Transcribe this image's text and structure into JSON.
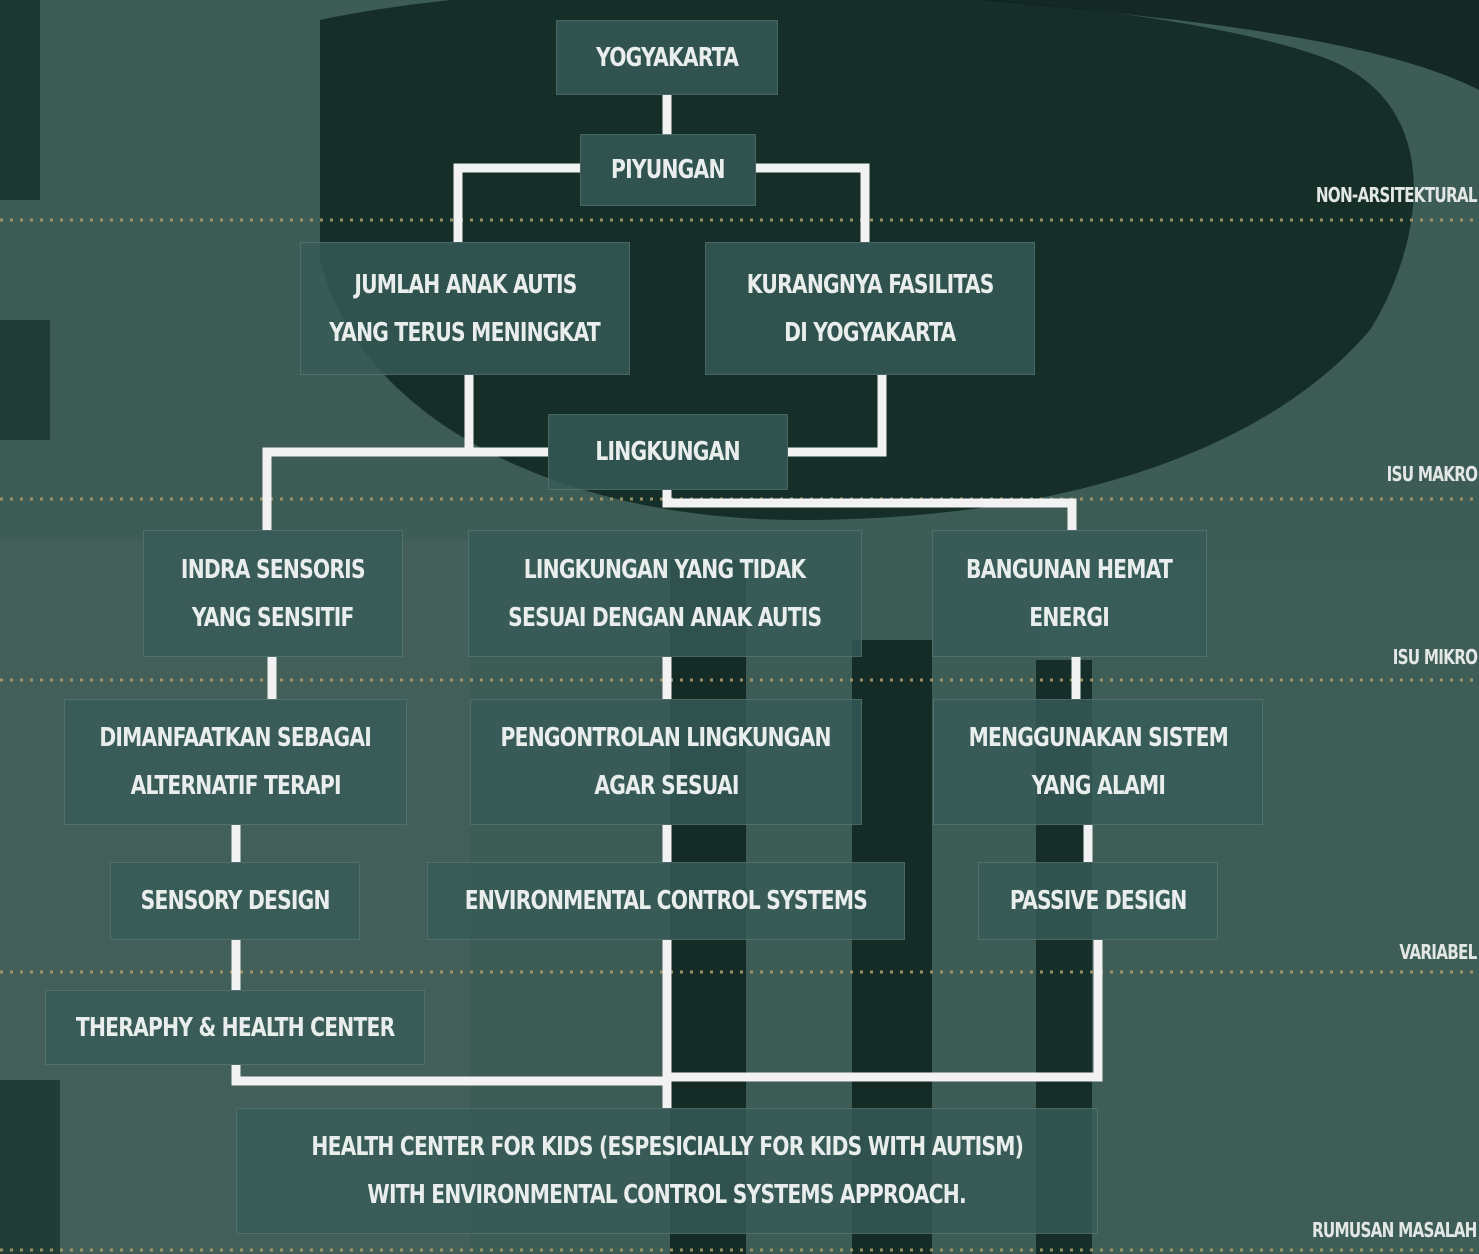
{
  "nodes": {
    "yogyakarta": "YOGYAKARTA",
    "piyungan": "PIYUNGAN",
    "jumlah_l1": "JUMLAH ANAK AUTIS",
    "jumlah_l2": "YANG TERUS MENINGKAT",
    "kurang_l1": "KURANGNYA FASILITAS",
    "kurang_l2": "DI YOGYAKARTA",
    "lingkungan": "LINGKUNGAN",
    "indra_l1": "INDRA SENSORIS",
    "indra_l2": "YANG SENSITIF",
    "tidak_l1": "LINGKUNGAN YANG TIDAK",
    "tidak_l2": "SESUAI DENGAN ANAK AUTIS",
    "hemat_l1": "BANGUNAN HEMAT",
    "hemat_l2": "ENERGI",
    "dimanfaatkan_l1": "DIMANFAATKAN SEBAGAI",
    "dimanfaatkan_l2": "ALTERNATIF TERAPI",
    "pengontrolan_l1": "PENGONTROLAN LINGKUNGAN",
    "pengontrolan_l2": "AGAR SESUAI",
    "menggunakan_l1": "MENGGUNAKAN SISTEM",
    "menggunakan_l2": "YANG ALAMI",
    "sensory": "SENSORY DESIGN",
    "environmental": "ENVIRONMENTAL CONTROL SYSTEMS",
    "passive": "PASSIVE DESIGN",
    "theraphy": "THERAPHY & HEALTH CENTER",
    "final_l1": "HEALTH CENTER FOR KIDS (ESPESICIALLY FOR KIDS WITH AUTISM)",
    "final_l2": "WITH ENVIRONMENTAL CONTROL SYSTEMS APPROACH."
  },
  "levels": {
    "non_arsitektural": "NON-ARSITEKTURAL",
    "isu_makro": "ISU MAKRO",
    "isu_mikro": "ISU MIKRO",
    "variabel": "VARIABEL",
    "rumusan_masalah": "RUMUSAN MASALAH"
  },
  "colors": {
    "background": "#3b5a53",
    "box": "#375c58",
    "connector": "#f2f2f2",
    "divider": "#a89a6a"
  }
}
